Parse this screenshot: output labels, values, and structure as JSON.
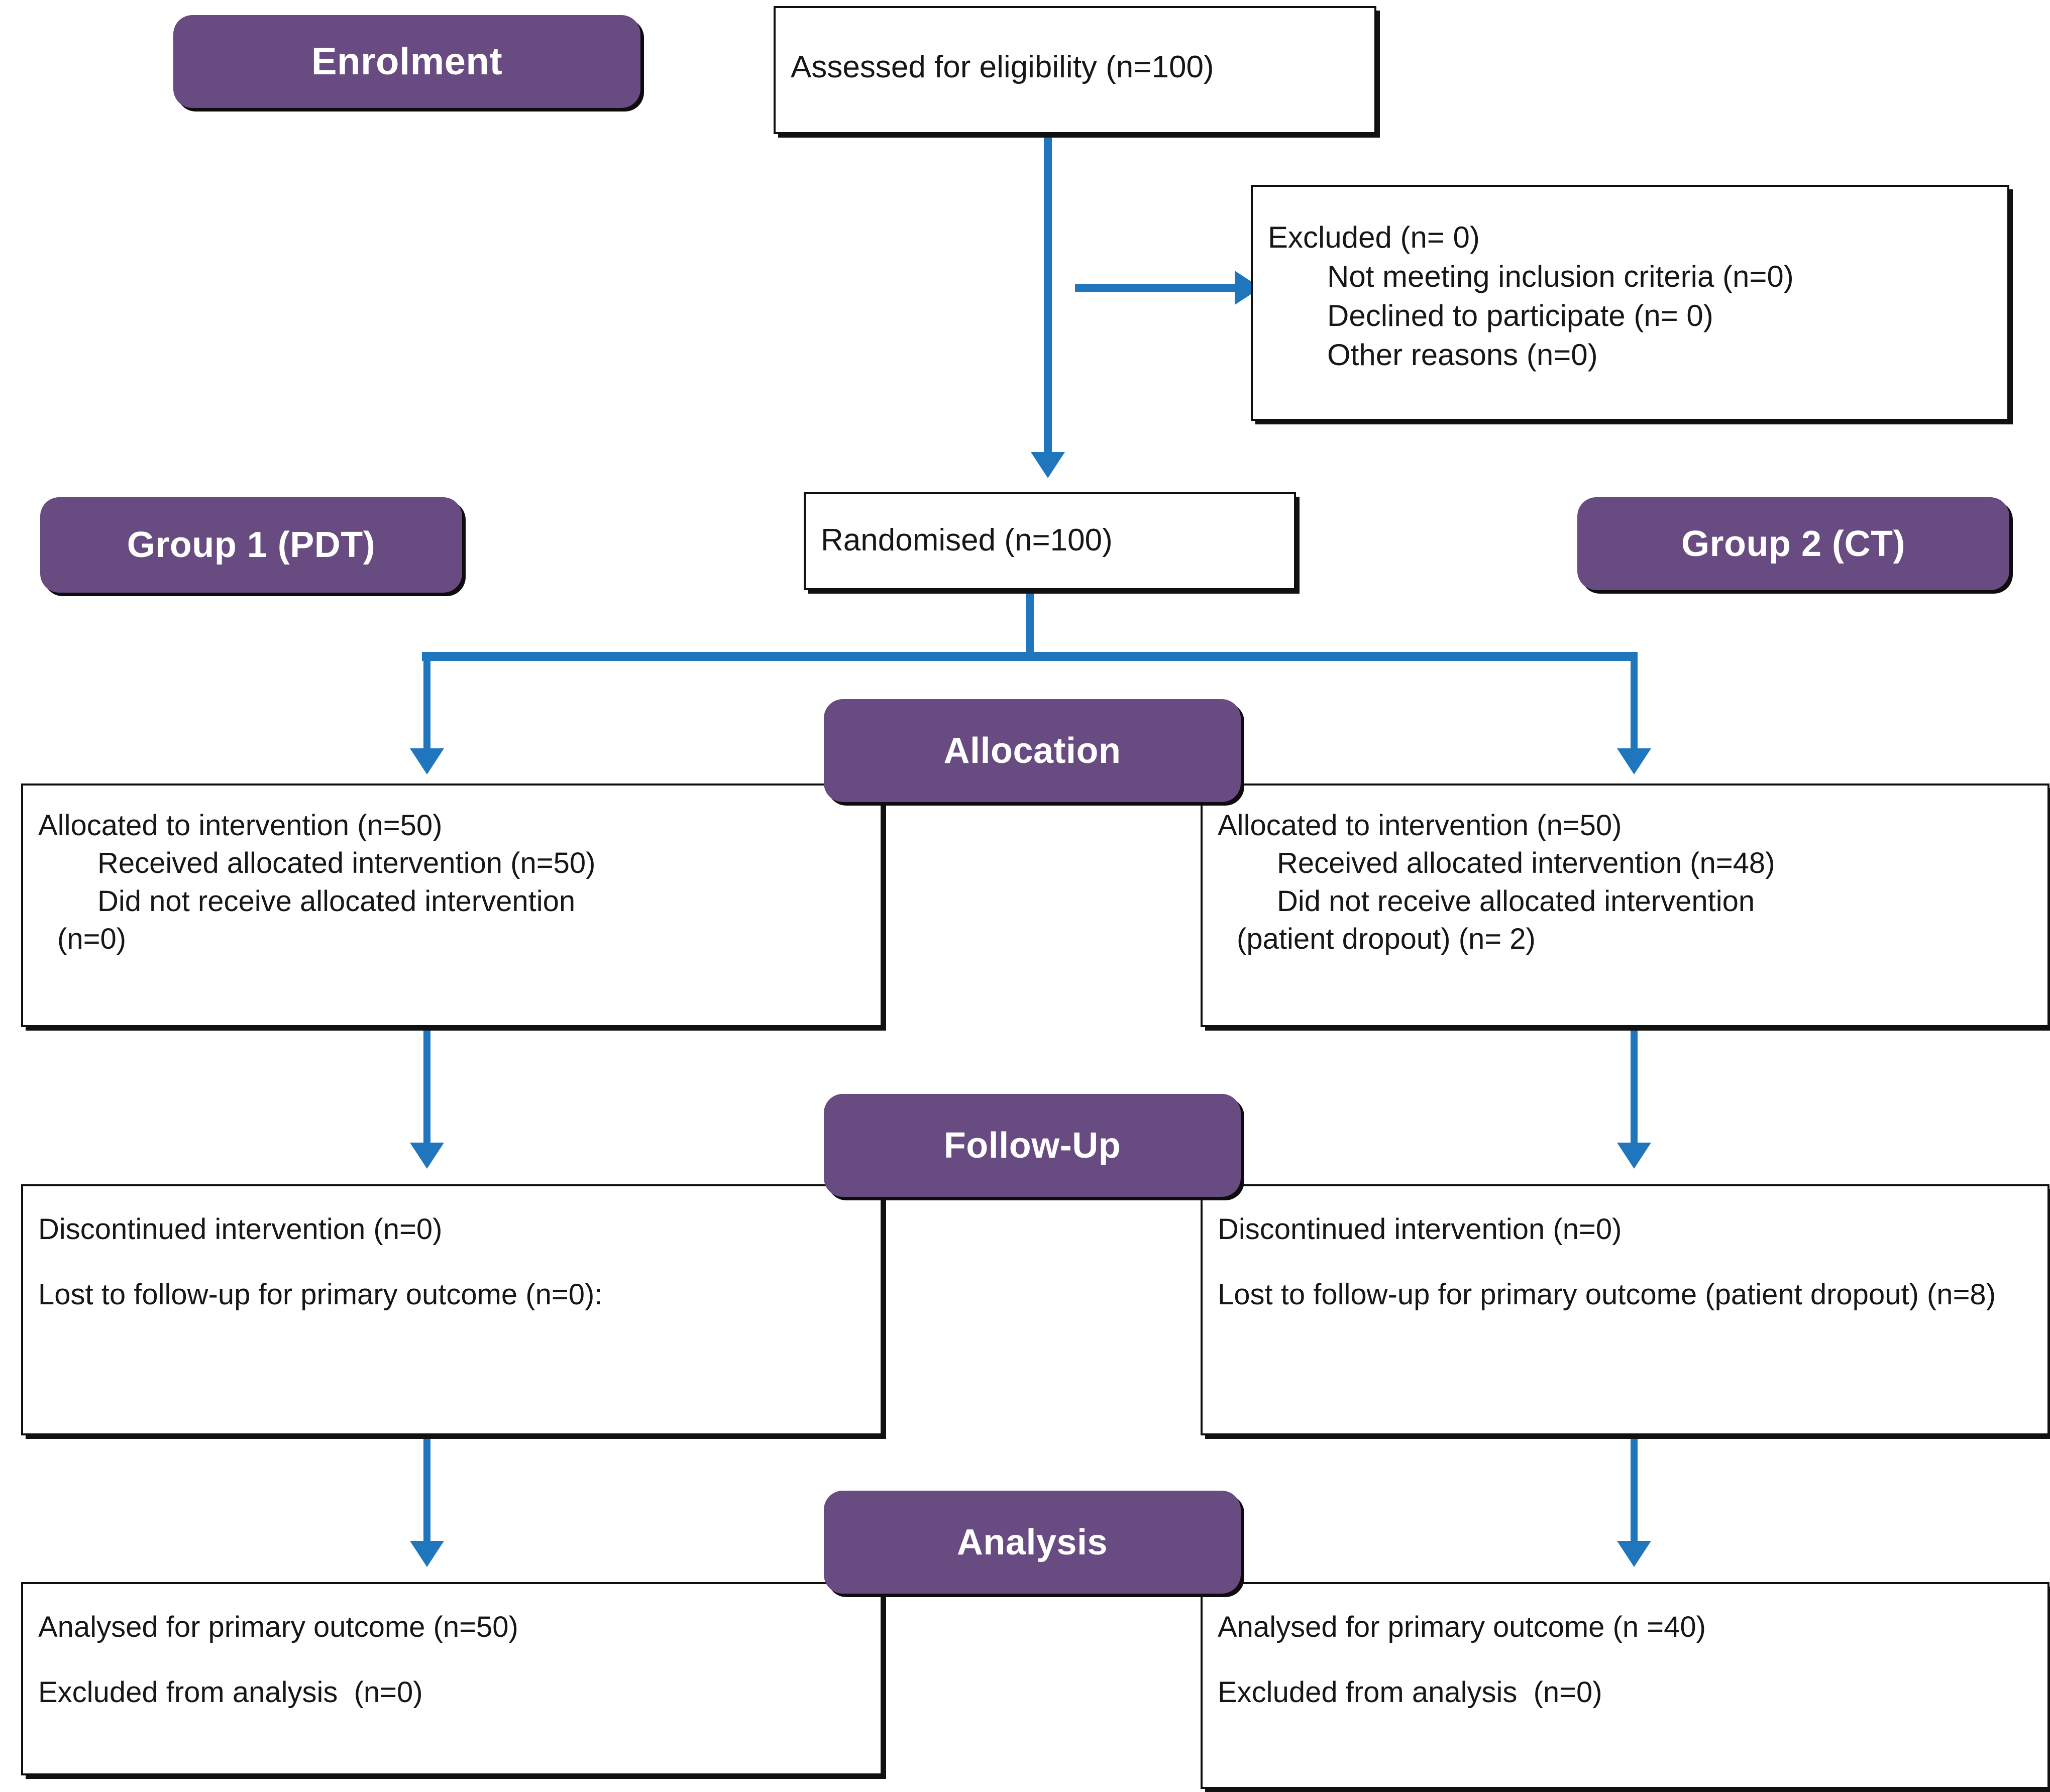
{
  "diagram": {
    "title": "CONSORT participant flow diagram",
    "accent_purple": "#684b80",
    "arrow_blue": "#1f76bd",
    "box_border": "#0f0f0f"
  },
  "stages": {
    "enrolment": "Enrolment",
    "group1": "Group 1 (PDT)",
    "group2": "Group 2 (CT)",
    "allocation": "Allocation",
    "followup": "Follow-Up",
    "analysis": "Analysis"
  },
  "nodes": {
    "assessed": {
      "line1": "Assessed for eligibility (n=100)"
    },
    "excluded": {
      "line1": "Excluded (n= 0)",
      "line2": "Not meeting inclusion criteria (n=0)",
      "line3": "Declined to participate (n= 0)",
      "line4": "Other reasons (n=0)"
    },
    "randomised": {
      "line1": "Randomised (n=100)"
    },
    "allocation_left": {
      "line1": "Allocated to intervention (n=50)",
      "line2": "Received allocated intervention (n=50)",
      "line3": "Did not receive allocated intervention",
      "line4": "(n=0)"
    },
    "allocation_right": {
      "line1": "Allocated to intervention (n=50)",
      "line2": "Received allocated intervention (n=48)",
      "line3": "Did not receive allocated intervention",
      "line4": "(patient dropout) (n= 2)"
    },
    "followup_left": {
      "line1": "Discontinued intervention (n=0)",
      "line2": "Lost to follow-up for primary outcome (n=0):"
    },
    "followup_right": {
      "line1": "Discontinued intervention (n=0)",
      "line2": "Lost to follow-up for primary outcome (patient dropout) (n=8)"
    },
    "analysis_left": {
      "line1": "Analysed for primary outcome (n=50)",
      "line2": "Excluded from analysis  (n=0)"
    },
    "analysis_right": {
      "line1": "Analysed for primary outcome (n =40)",
      "line2": "Excluded from analysis  (n=0)"
    }
  }
}
